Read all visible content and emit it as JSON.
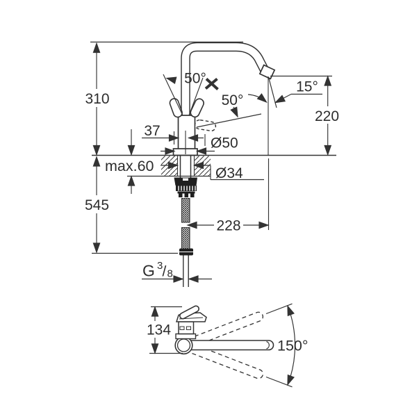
{
  "colors": {
    "line": "#333333",
    "text": "#2d2d2d",
    "dark_fill": "#1f1f1f",
    "background": "#ffffff"
  },
  "front_view": {
    "total_height": "310",
    "outlet_height": "220",
    "handle_front_offset": "37",
    "base_diameter": "Ø50",
    "max_mounting_thickness": "max.60",
    "hole_diameter": "Ø34",
    "under_counter_length": "545",
    "spout_reach": "228",
    "handle_angle_open": "50°",
    "handle_angle_side": "50°",
    "outlet_angle": "15°",
    "thread_prefix": "G",
    "thread_numerator": "3",
    "thread_slash": "/",
    "thread_denominator": "8"
  },
  "side_view": {
    "body_height": "134",
    "swivel_angle": "150°"
  }
}
